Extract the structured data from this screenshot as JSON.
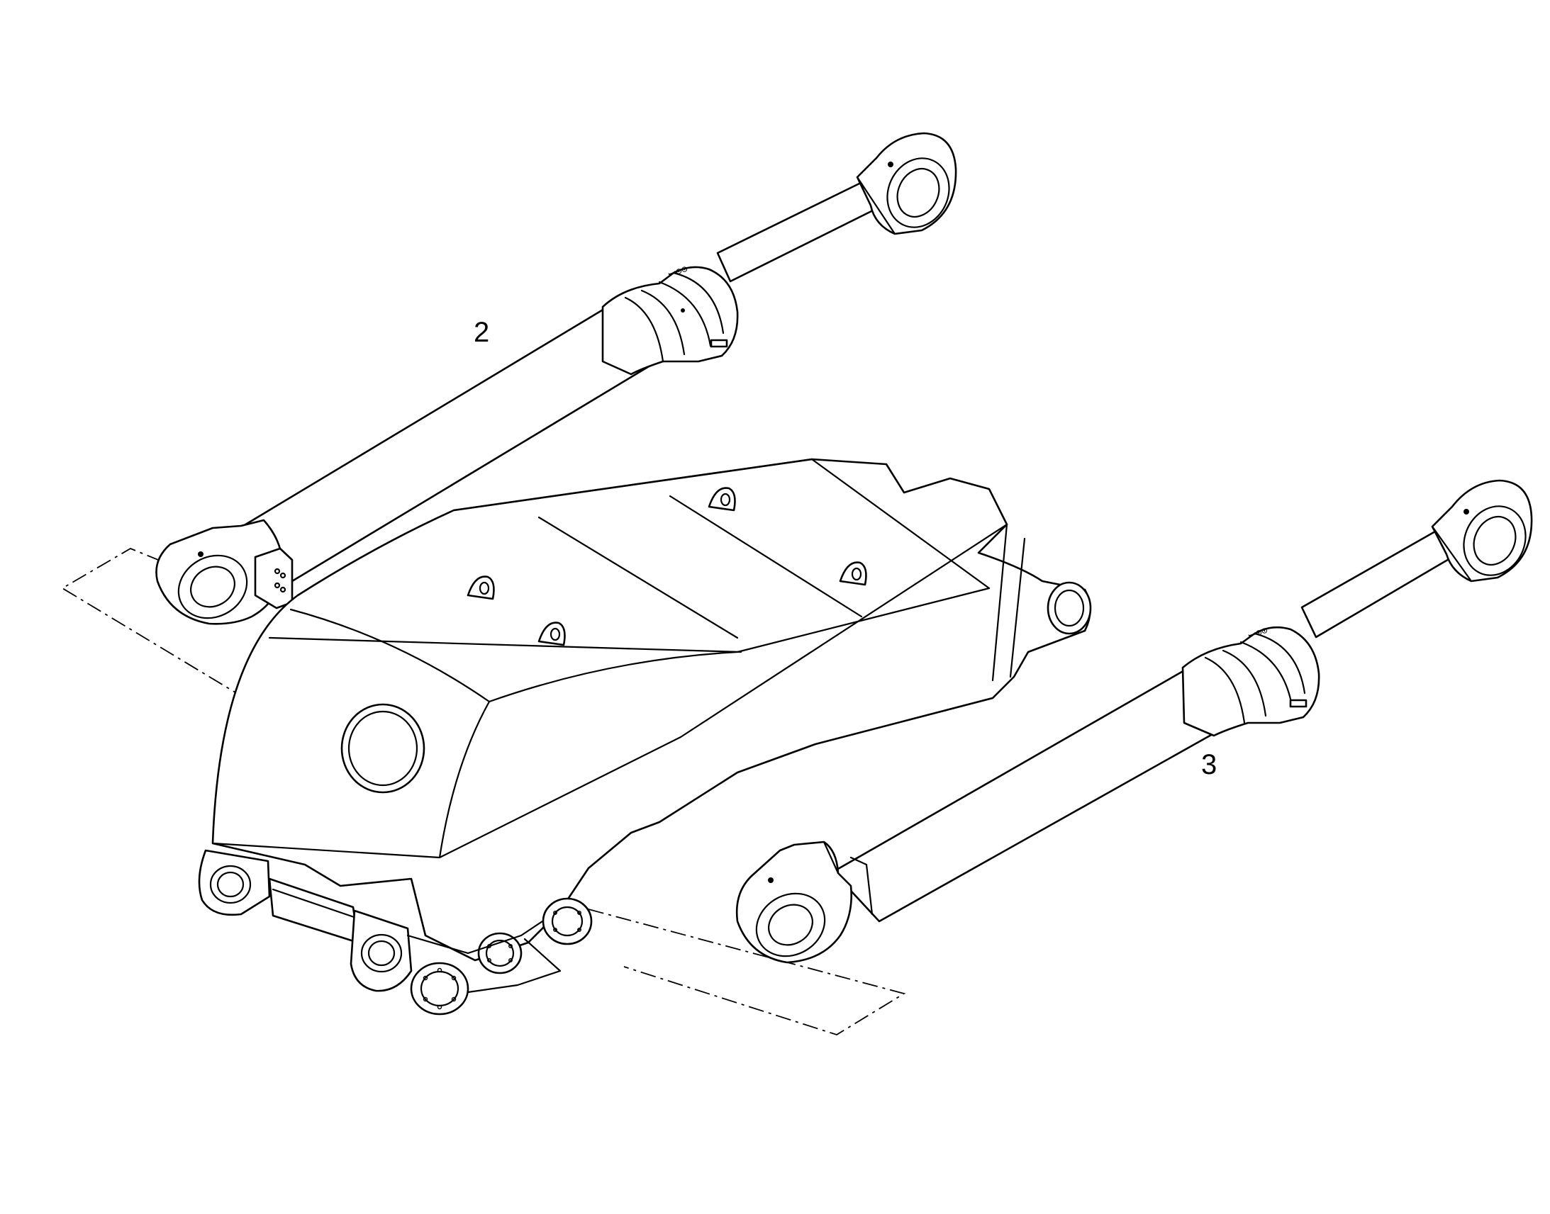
{
  "callouts": [
    {
      "id": "2",
      "label": "2"
    },
    {
      "id": "3",
      "label": "3"
    }
  ],
  "colors": {
    "line": "#000000",
    "background": "#ffffff"
  }
}
